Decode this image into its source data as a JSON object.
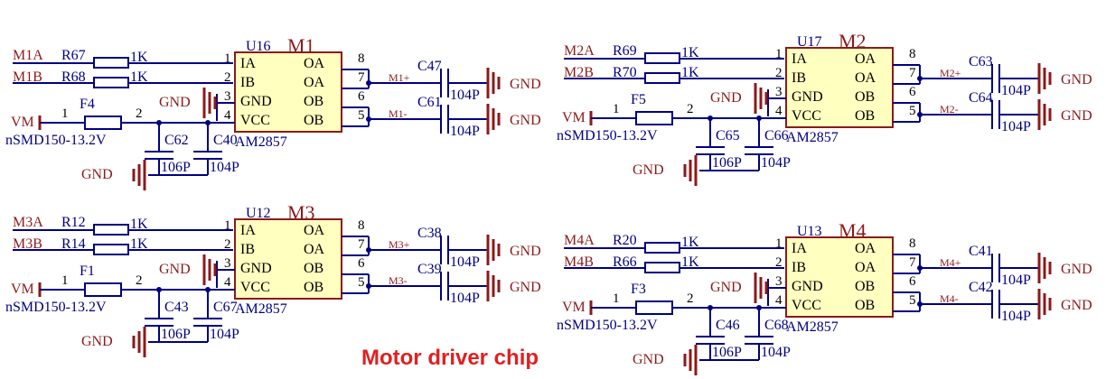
{
  "title": "Motor driver chip",
  "colors": {
    "wire": "#000080",
    "net": "#8b1a1a",
    "ic_fill": "#ffffc0",
    "title": "#e02020"
  },
  "pin_names_left": [
    "IA",
    "IB",
    "GND",
    "VCC"
  ],
  "pin_names_right": [
    "OA",
    "OA",
    "OB",
    "OB"
  ],
  "pin_nums_left": [
    "1",
    "2",
    "3",
    "4"
  ],
  "pin_nums_right": [
    "8",
    "7",
    "6",
    "5"
  ],
  "modules": [
    {
      "designator": "U16",
      "label": "M1",
      "part": "AM2857",
      "in_a": "M1A",
      "in_b": "M1B",
      "r_a": "R67",
      "r_b": "R68",
      "r_val": "1K",
      "fuse": "F4",
      "fuse_part": "nSMD150-13.2V",
      "fuse_pin1": "1",
      "fuse_pin2": "2",
      "vm": "VM",
      "gnd": "GND",
      "cap_a": "C62",
      "cap_b": "C40",
      "cap_a_val": "106P",
      "cap_b_val": "104P",
      "out_plus": "M1+",
      "out_minus": "M1-",
      "cap_out_a": "C47",
      "cap_out_b": "C61",
      "cap_out_val": "104P"
    },
    {
      "designator": "U17",
      "label": "M2",
      "part": "AM2857",
      "in_a": "M2A",
      "in_b": "M2B",
      "r_a": "R69",
      "r_b": "R70",
      "r_val": "1K",
      "fuse": "F5",
      "fuse_part": "nSMD150-13.2V",
      "fuse_pin1": "1",
      "fuse_pin2": "2",
      "vm": "VM",
      "gnd": "GND",
      "cap_a": "C65",
      "cap_b": "C66",
      "cap_a_val": "106P",
      "cap_b_val": "104P",
      "out_plus": "M2+",
      "out_minus": "M2-",
      "cap_out_a": "C63",
      "cap_out_b": "C64",
      "cap_out_val": "104P"
    },
    {
      "designator": "U12",
      "label": "M3",
      "part": "AM2857",
      "in_a": "M3A",
      "in_b": "M3B",
      "r_a": "R12",
      "r_b": "R14",
      "r_val": "1K",
      "fuse": "F1",
      "fuse_part": "nSMD150-13.2V",
      "fuse_pin1": "1",
      "fuse_pin2": "2",
      "vm": "VM",
      "gnd": "GND",
      "cap_a": "C43",
      "cap_b": "C67",
      "cap_a_val": "106P",
      "cap_b_val": "104P",
      "out_plus": "M3+",
      "out_minus": "M3-",
      "cap_out_a": "C38",
      "cap_out_b": "C39",
      "cap_out_val": "104P"
    },
    {
      "designator": "U13",
      "label": "M4",
      "part": "AM2857",
      "in_a": "M4A",
      "in_b": "M4B",
      "r_a": "R20",
      "r_b": "R66",
      "r_val": "1K",
      "fuse": "F3",
      "fuse_part": "nSMD150-13.2V",
      "fuse_pin1": "1",
      "fuse_pin2": "2",
      "vm": "VM",
      "gnd": "GND",
      "cap_a": "C46",
      "cap_b": "C68",
      "cap_a_val": "106P",
      "cap_b_val": "104P",
      "out_plus": "M4+",
      "out_minus": "M4-",
      "cap_out_a": "C41",
      "cap_out_b": "C42",
      "cap_out_val": "104P"
    }
  ]
}
